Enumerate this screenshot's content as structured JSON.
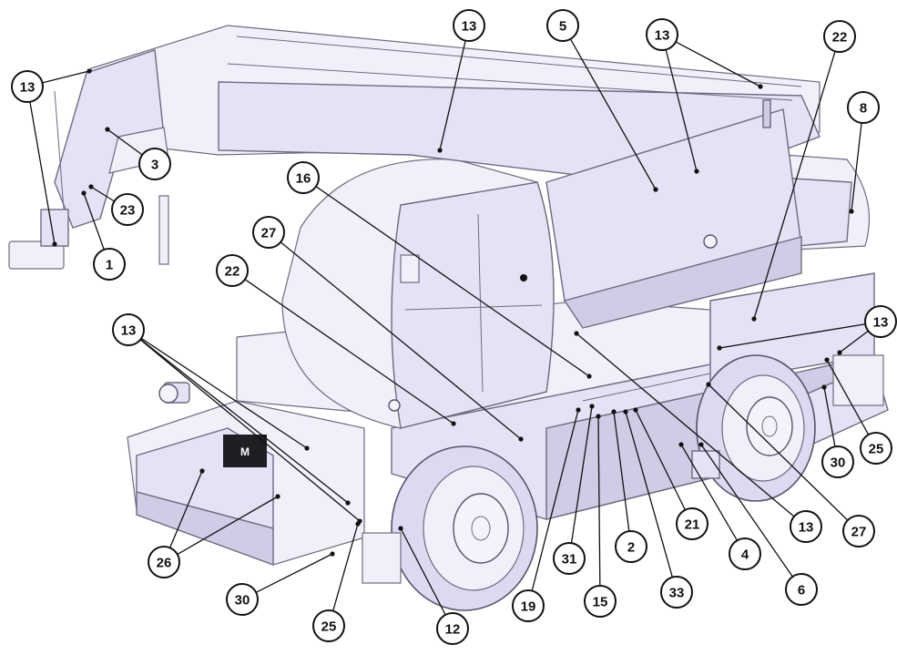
{
  "figure": {
    "badge_text": "M"
  },
  "callouts": [
    {
      "id": "c-13-top-left",
      "label": "13"
    },
    {
      "id": "c-3",
      "label": "3"
    },
    {
      "id": "c-23",
      "label": "23"
    },
    {
      "id": "c-1",
      "label": "1"
    },
    {
      "id": "c-13-top",
      "label": "13"
    },
    {
      "id": "c-5",
      "label": "5"
    },
    {
      "id": "c-13-top-right",
      "label": "13"
    },
    {
      "id": "c-22-top-right",
      "label": "22"
    },
    {
      "id": "c-8",
      "label": "8"
    },
    {
      "id": "c-16",
      "label": "16"
    },
    {
      "id": "c-27-left",
      "label": "27"
    },
    {
      "id": "c-22-left",
      "label": "22"
    },
    {
      "id": "c-13-mid-left",
      "label": "13"
    },
    {
      "id": "c-13-right",
      "label": "13"
    },
    {
      "id": "c-25-right",
      "label": "25"
    },
    {
      "id": "c-30-right",
      "label": "30"
    },
    {
      "id": "c-27-right",
      "label": "27"
    },
    {
      "id": "c-13-lower-right",
      "label": "13"
    },
    {
      "id": "c-6",
      "label": "6"
    },
    {
      "id": "c-4",
      "label": "4"
    },
    {
      "id": "c-21",
      "label": "21"
    },
    {
      "id": "c-33",
      "label": "33"
    },
    {
      "id": "c-2",
      "label": "2"
    },
    {
      "id": "c-15",
      "label": "15"
    },
    {
      "id": "c-31",
      "label": "31"
    },
    {
      "id": "c-19",
      "label": "19"
    },
    {
      "id": "c-12",
      "label": "12"
    },
    {
      "id": "c-25-bottom",
      "label": "25"
    },
    {
      "id": "c-30-bottom",
      "label": "30"
    },
    {
      "id": "c-26",
      "label": "26"
    }
  ]
}
